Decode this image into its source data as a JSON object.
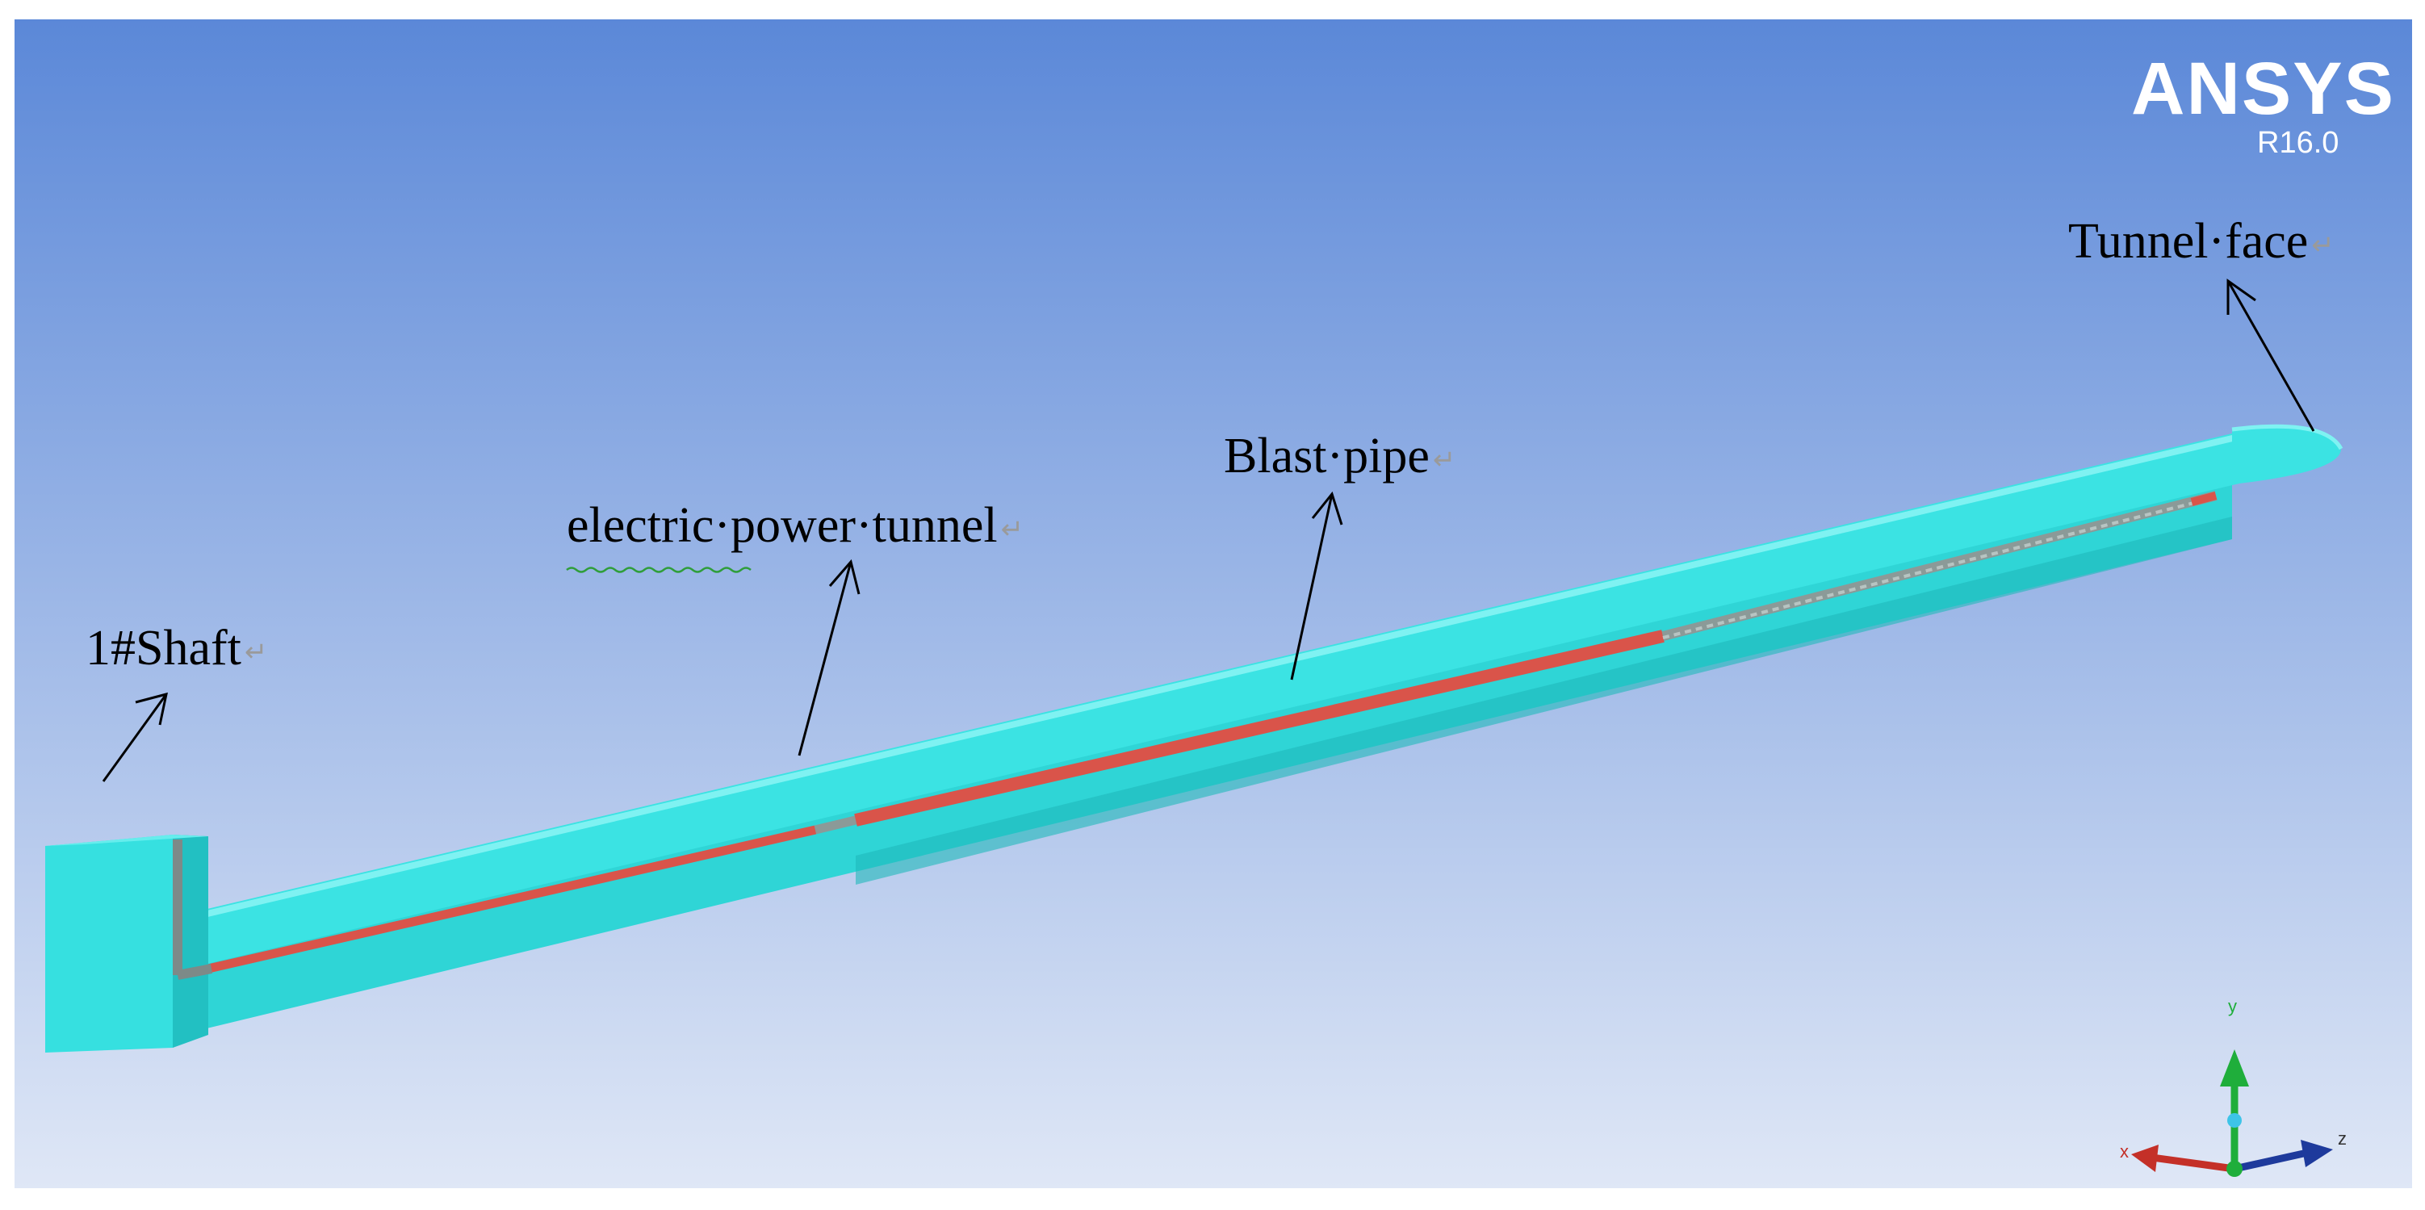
{
  "software": {
    "name": "ANSYS",
    "version": "R16.0"
  },
  "labels": {
    "shaft": "1#Shaft",
    "electric_power_tunnel": "electric·power·tunnel",
    "blast_pipe": "Blast·pipe",
    "tunnel_face": "Tunnel·face",
    "paragraph_mark": "↵"
  },
  "axes": {
    "x": "x",
    "y": "y",
    "z": "z"
  },
  "colors": {
    "background_top": "#5b88d8",
    "background_bottom": "#dfe7f6",
    "tunnel_body": "#36e0e0",
    "tunnel_dark": "#1db3b5",
    "blast_pipe": "#d9544a",
    "pipe_inactive": "#8b9a98",
    "axis_x": "#c43028",
    "axis_y": "#1fae3b",
    "axis_z": "#1e3a9c"
  }
}
